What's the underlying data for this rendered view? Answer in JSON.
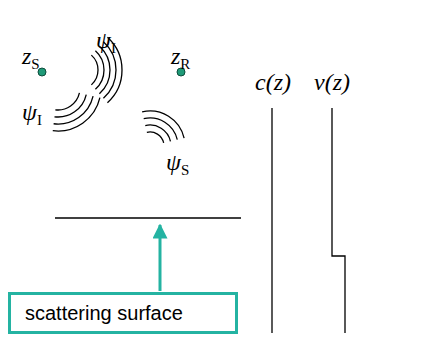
{
  "diagram": {
    "nodes": [
      {
        "text": [
          "scattering surface"
        ]
      }
    ],
    "labels": [
      "zS",
      "ψI",
      "zR",
      "ψI",
      "ψS",
      "c(z)",
      "v(z)"
    ]
  }
}
